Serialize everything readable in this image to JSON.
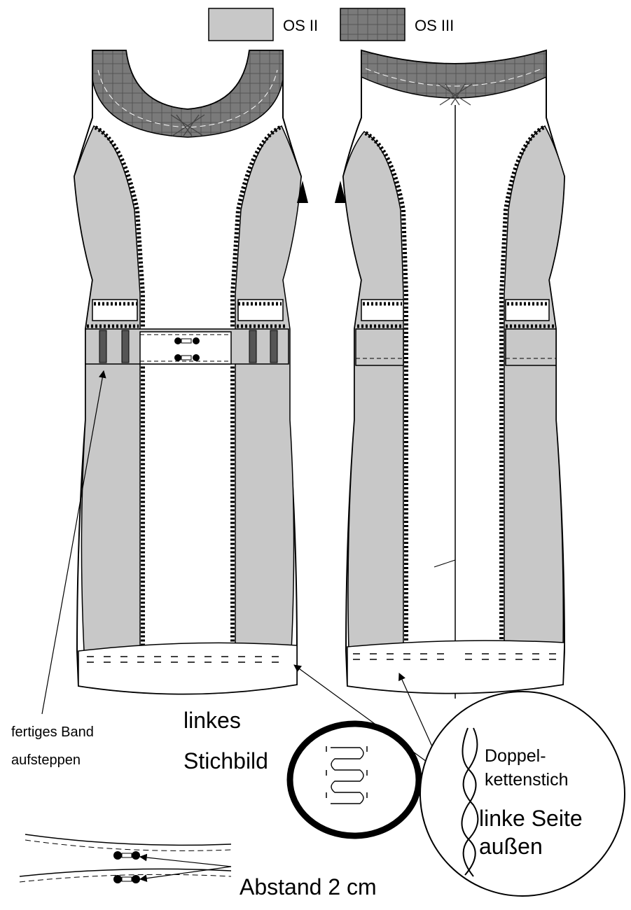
{
  "legend": [
    {
      "label": "OS II",
      "color": "#c8c8c8",
      "pattern": "plain"
    },
    {
      "label": "OS III",
      "color": "#7a7a7a",
      "pattern": "grid"
    }
  ],
  "annotations": {
    "tape_instruction_line1": "fertiges Band",
    "tape_instruction_line2": "aufsteppen",
    "stitch_pattern_line1": "linkes",
    "stitch_pattern_line2": "Stichbild",
    "stitch_type_line1": "Doppel-",
    "stitch_type_line2": "kettenstich",
    "stitch_side_line1": "linke Seite",
    "stitch_side_line2": "außen",
    "spacing": "Abstand 2 cm"
  },
  "colors": {
    "os2": "#c8c8c8",
    "os3": "#7a7a7a",
    "outline": "#000000",
    "background": "#ffffff"
  }
}
